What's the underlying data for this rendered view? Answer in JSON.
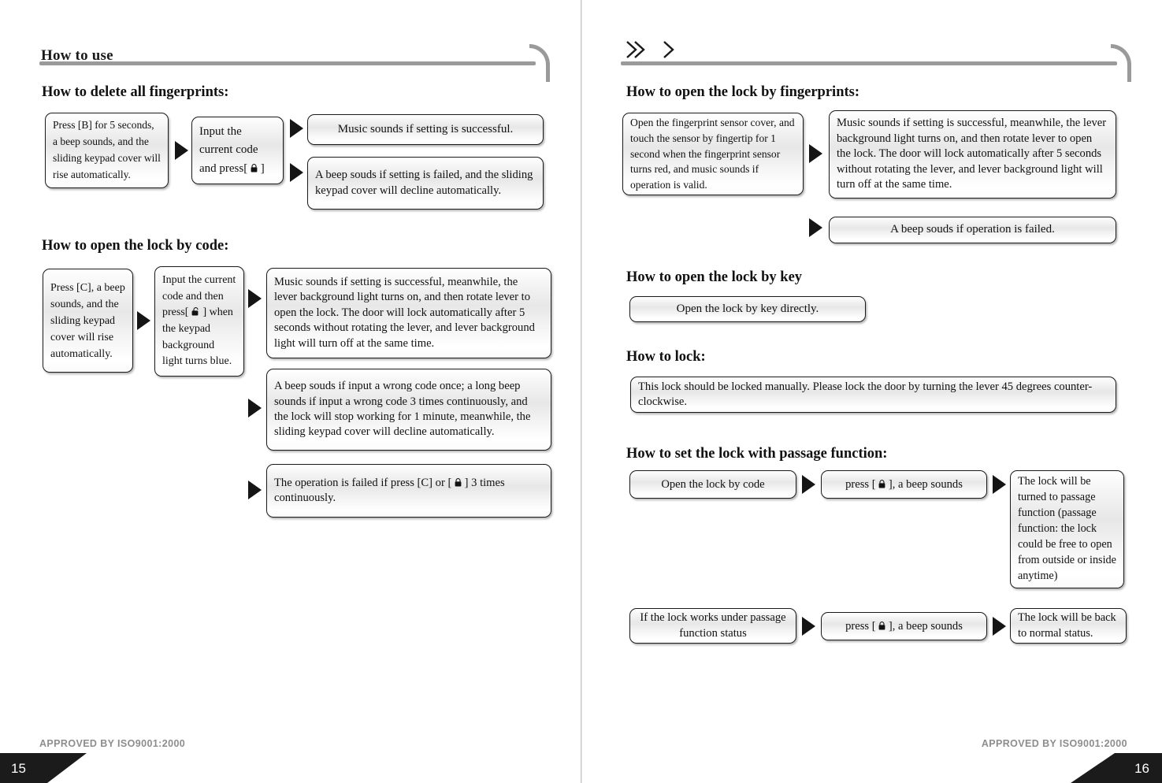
{
  "document": {
    "title": "Fingerprint Lock User Manual - How to use",
    "glyphs": {
      "lock": "Ɂ",
      "unlock": "Ɂ"
    }
  },
  "left_page": {
    "header": {
      "title": "How to use"
    },
    "sections": [
      {
        "heading": "How to delete all fingerprints:",
        "boxes": [
          {
            "id": "delete-step-1",
            "text": "Press [B] for 5 seconds, a beep sounds, and the sliding keypad cover will rise automatically."
          },
          {
            "id": "delete-step-2",
            "text": "Input the current code and press[   ]"
          },
          {
            "id": "delete-result-success",
            "text": "Music sounds if setting is successful."
          },
          {
            "id": "delete-result-fail",
            "text": "A beep souds if setting is failed, and the sliding keypad cover will decline automatically."
          }
        ]
      },
      {
        "heading": "How to open the lock by code:",
        "boxes": [
          {
            "id": "code-step-1",
            "text": "Press [C], a beep sounds, and the sliding keypad cover will rise automatically."
          },
          {
            "id": "code-step-2",
            "text": "Input the current code and then press[   ] when the keypad background light turns blue."
          },
          {
            "id": "code-result-success",
            "text": "Music sounds if setting is successful, meanwhile, the lever background light turns on, and then rotate lever to open the lock. The door will lock automatically after 5 seconds without rotating the lever, and lever background light will turn off at the same time."
          },
          {
            "id": "code-result-wrong",
            "text": "A beep souds if input a wrong code once; a long beep sounds if input a wrong code 3 times continuously, and the lock will stop working for 1 minute, meanwhile, the sliding keypad cover will decline automatically."
          },
          {
            "id": "code-result-failed",
            "text": "The operation is failed if press [C] or [   ] 3 times continuously."
          }
        ]
      }
    ],
    "footer": {
      "iso": "APPROVED BY ISO9001:2000",
      "page_number": "15"
    }
  },
  "right_page": {
    "header": {
      "chevrons": ">> >"
    },
    "sections": [
      {
        "heading": "How to open the lock by fingerprints:",
        "boxes": [
          {
            "id": "fp-step-1",
            "text": "Open the fingerprint sensor cover, and touch the sensor by fingertip for 1 second when the fingerprint sensor turns red, and music sounds if operation is valid."
          },
          {
            "id": "fp-result-success",
            "text": "Music sounds if setting is successful, meanwhile, the lever background light turns on, and then rotate lever to open the lock. The door will lock automatically after 5 seconds without rotating the lever, and lever background light will turn off at the same time."
          },
          {
            "id": "fp-result-fail",
            "text": "A beep souds if operation is failed."
          }
        ]
      },
      {
        "heading": "How to open the lock by key",
        "boxes": [
          {
            "id": "key-step-1",
            "text": "Open the lock by key directly."
          }
        ]
      },
      {
        "heading": "How to lock:",
        "boxes": [
          {
            "id": "lock-step-1",
            "text": "This lock should be locked manually. Please lock the door by turning the lever 45 degrees counter-clockwise."
          }
        ]
      },
      {
        "heading": "How to set the lock with passage function:",
        "boxes": [
          {
            "id": "passage-step-1",
            "text": "Open the lock by code"
          },
          {
            "id": "passage-step-2",
            "text": "press [   ], a beep sounds"
          },
          {
            "id": "passage-step-3",
            "text": "The lock will be turned to passage function (passage function: the lock could be free to open from outside or inside anytime)"
          },
          {
            "id": "passage-revert-1",
            "text": "If the lock works under passage function status"
          },
          {
            "id": "passage-revert-2",
            "text": "press [   ], a beep sounds"
          },
          {
            "id": "passage-revert-3",
            "text": "The lock will be back to normal status."
          }
        ]
      }
    ],
    "footer": {
      "iso": "APPROVED BY ISO9001:2000",
      "page_number": "16"
    }
  }
}
